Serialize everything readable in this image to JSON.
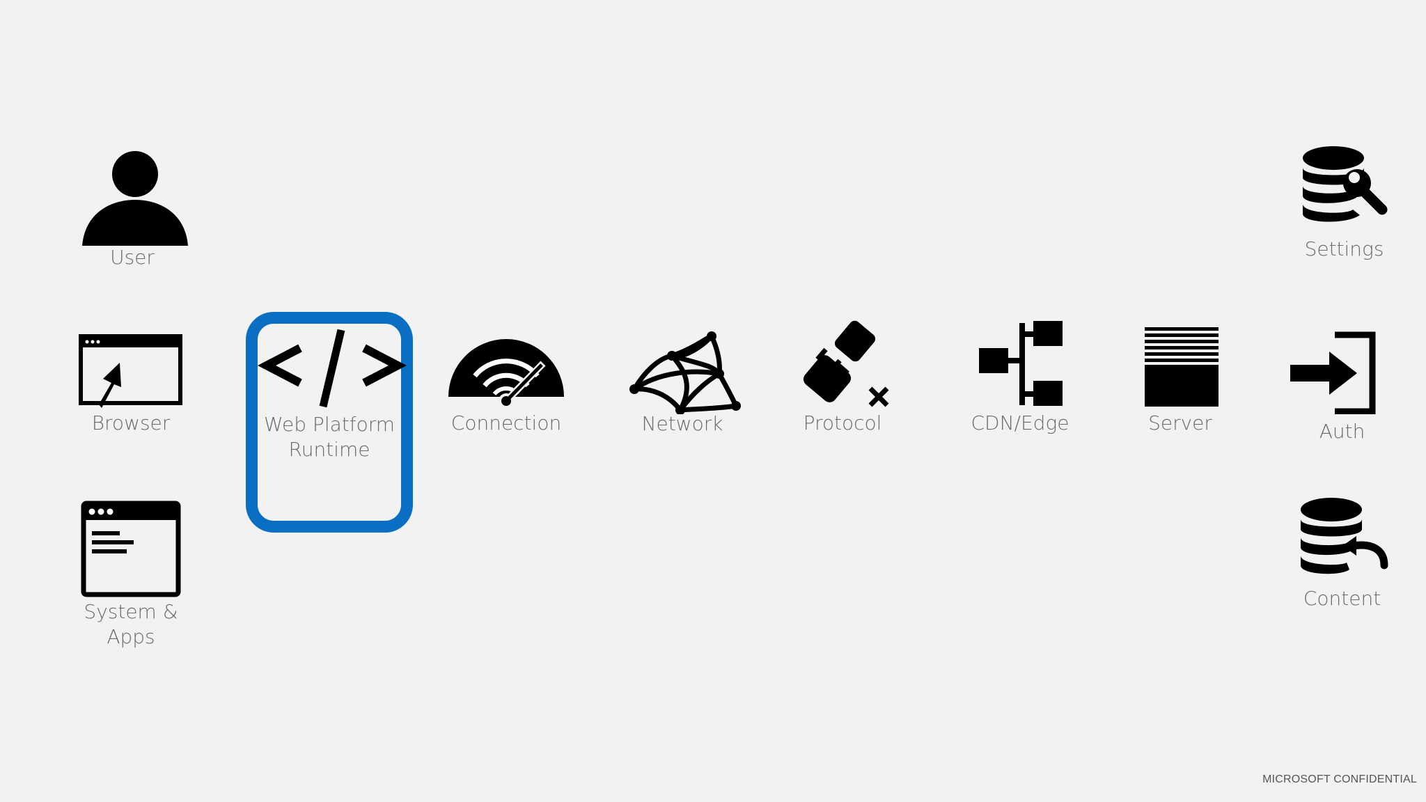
{
  "nodes": {
    "user": {
      "label": "User",
      "icon": "user-icon"
    },
    "browser": {
      "label": "Browser",
      "icon": "browser-cursor-icon"
    },
    "system_apps": {
      "label_line1": "System &",
      "label_line2": "Apps",
      "icon": "app-window-icon"
    },
    "web_platform_runtime": {
      "label_line1": "Web Platform",
      "label_line2": "Runtime",
      "icon": "code-icon",
      "highlighted": true
    },
    "connection": {
      "label": "Connection",
      "icon": "speedometer-wifi-icon"
    },
    "network": {
      "label": "Network",
      "icon": "network-mesh-icon"
    },
    "protocol": {
      "label": "Protocol",
      "icon": "plug-disconnect-icon"
    },
    "cdn_edge": {
      "label": "CDN/Edge",
      "icon": "hierarchy-icon"
    },
    "server": {
      "label": "Server",
      "icon": "server-icon"
    },
    "settings": {
      "label": "Settings",
      "icon": "database-wrench-icon"
    },
    "auth": {
      "label": "Auth",
      "icon": "sign-in-icon"
    },
    "content": {
      "label": "Content",
      "icon": "database-return-icon"
    }
  },
  "colors": {
    "highlight": "#0a6fc2",
    "background": "#f3f2f2",
    "label": "#6a6a6a"
  },
  "footer": "MICROSOFT CONFIDENTIAL"
}
